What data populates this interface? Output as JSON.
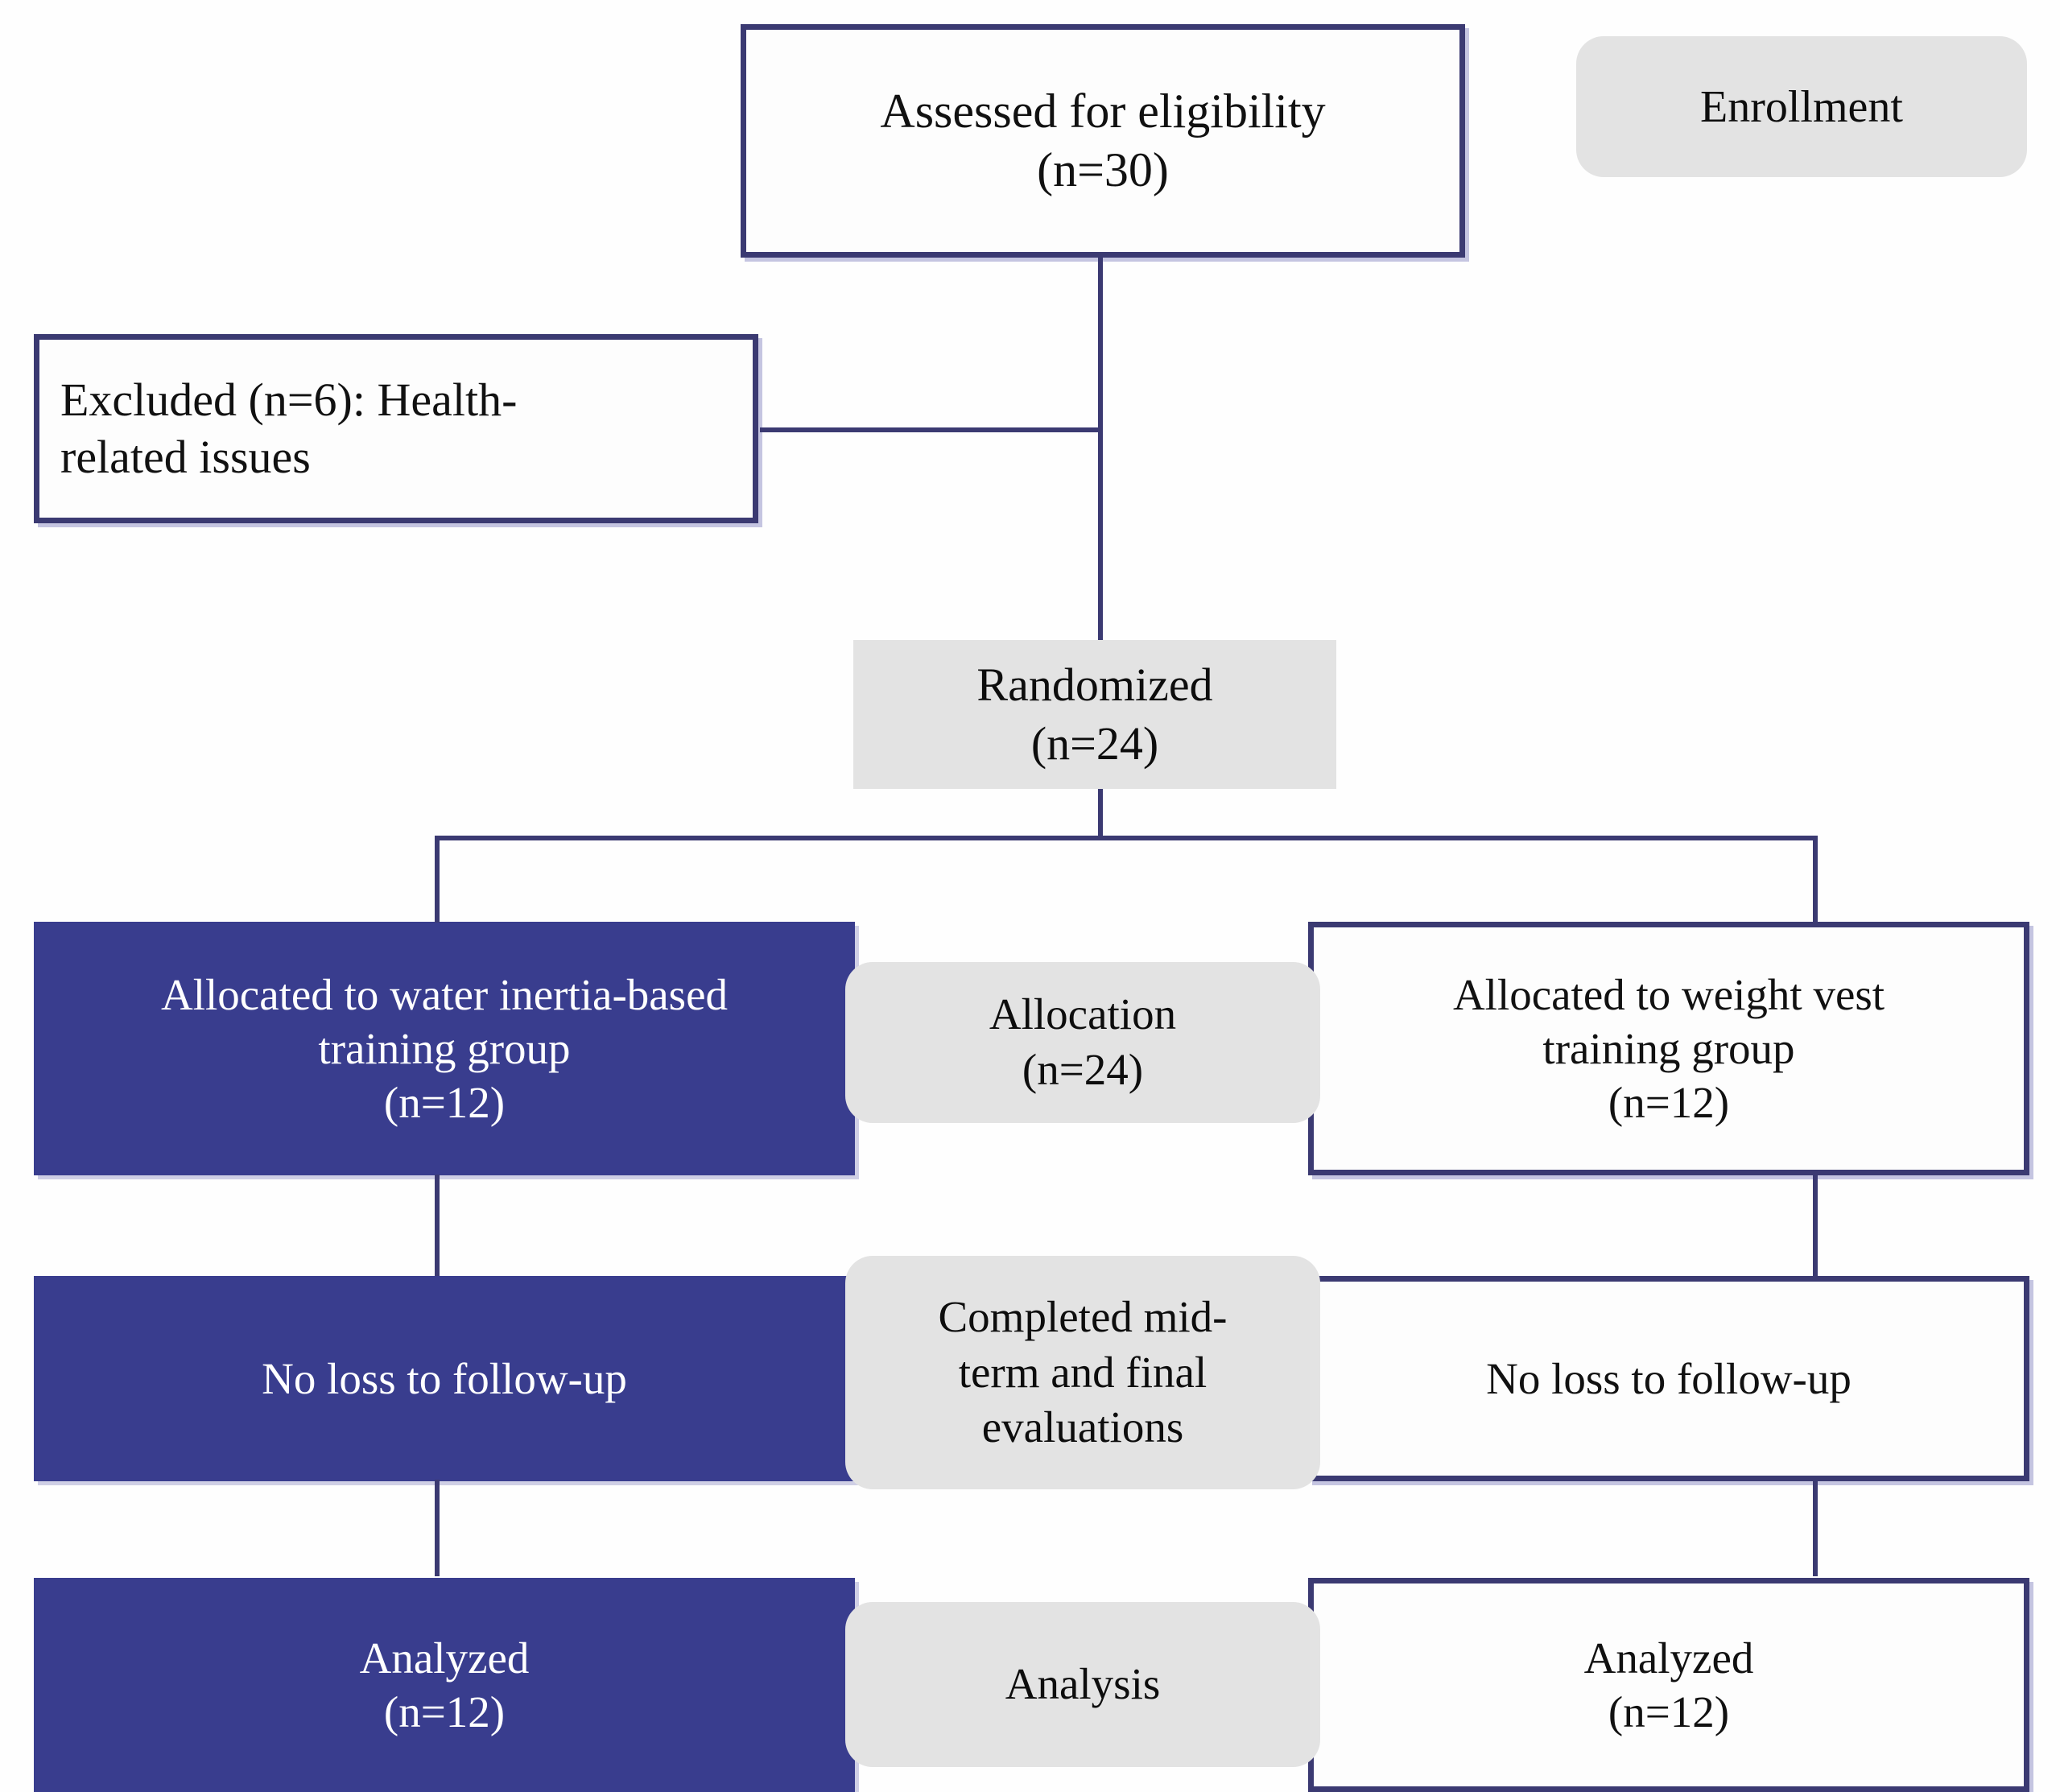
{
  "diagram": {
    "title": "CONSORT participant flow diagram",
    "colors": {
      "box_border": "#3b3a72",
      "filled_box": "#393d8e",
      "stage_label_bg": "#e3e3e3",
      "connector": "#3b3a72",
      "text_dark": "#111111",
      "text_light": "#ffffff"
    }
  },
  "stages": {
    "enrollment": "Enrollment",
    "allocation": "Allocation\n(n=24)",
    "followup": "Completed mid-\nterm and final\nevaluations",
    "analysis": "Analysis"
  },
  "nodes": {
    "assessed": "Assessed for eligibility\n(n=30)",
    "excluded": "Excluded (n=6): Health-\nrelated issues",
    "randomized": "Randomized\n(n=24)",
    "allocated_left": "Allocated to water inertia-based\ntraining group\n(n=12)",
    "allocated_right": "Allocated to weight vest\ntraining group\n(n=12)",
    "followup_left": "No loss to follow-up",
    "followup_right": "No loss to follow-up",
    "analyzed_left": "Analyzed\n(n=12)",
    "analyzed_right": "Analyzed\n(n=12)"
  },
  "counts": {
    "assessed_n": 30,
    "excluded_n": 6,
    "randomized_n": 24,
    "allocated_left_n": 12,
    "allocated_right_n": 12,
    "analyzed_left_n": 12,
    "analyzed_right_n": 12
  }
}
